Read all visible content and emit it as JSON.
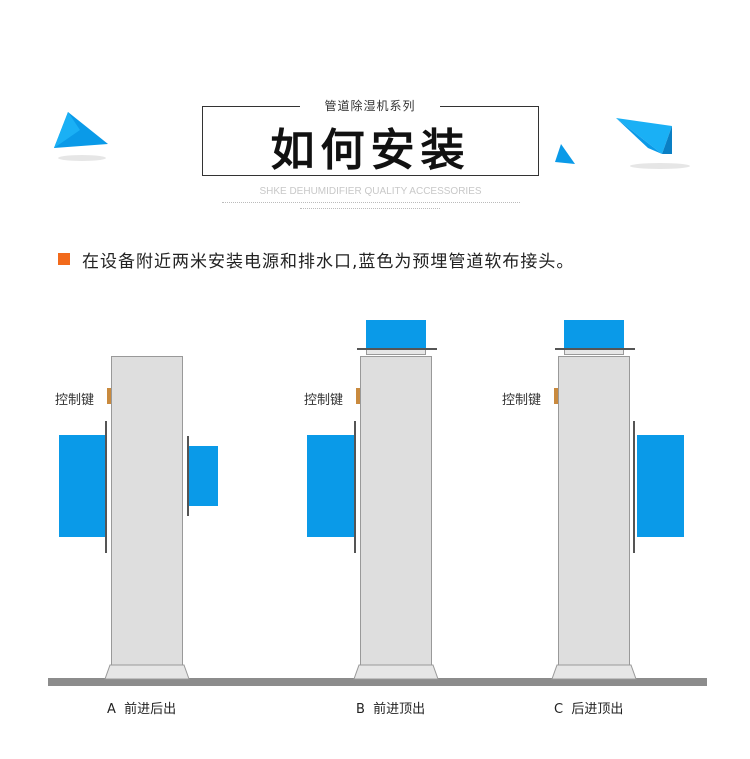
{
  "header": {
    "series_label": "管道除湿机系列",
    "title": "如何安装",
    "subtitle_en": "SHKE DEHUMIDIFIER QUALITY ACCESSORIES"
  },
  "description": "在设备附近两米安装电源和排水口,蓝色为预埋管道软布接头。",
  "units": [
    {
      "control_label": "控制键",
      "caption": "A  前进后出"
    },
    {
      "control_label": "控制键",
      "caption": "B  前进顶出"
    },
    {
      "control_label": "控制键",
      "caption": "C  后进顶出"
    }
  ],
  "colors": {
    "accent_orange": "#f26a1b",
    "duct_blue": "#0a9ae8",
    "unit_gray": "#dedede",
    "ground": "#8c8c8c",
    "control_orange": "#c98a3e"
  }
}
